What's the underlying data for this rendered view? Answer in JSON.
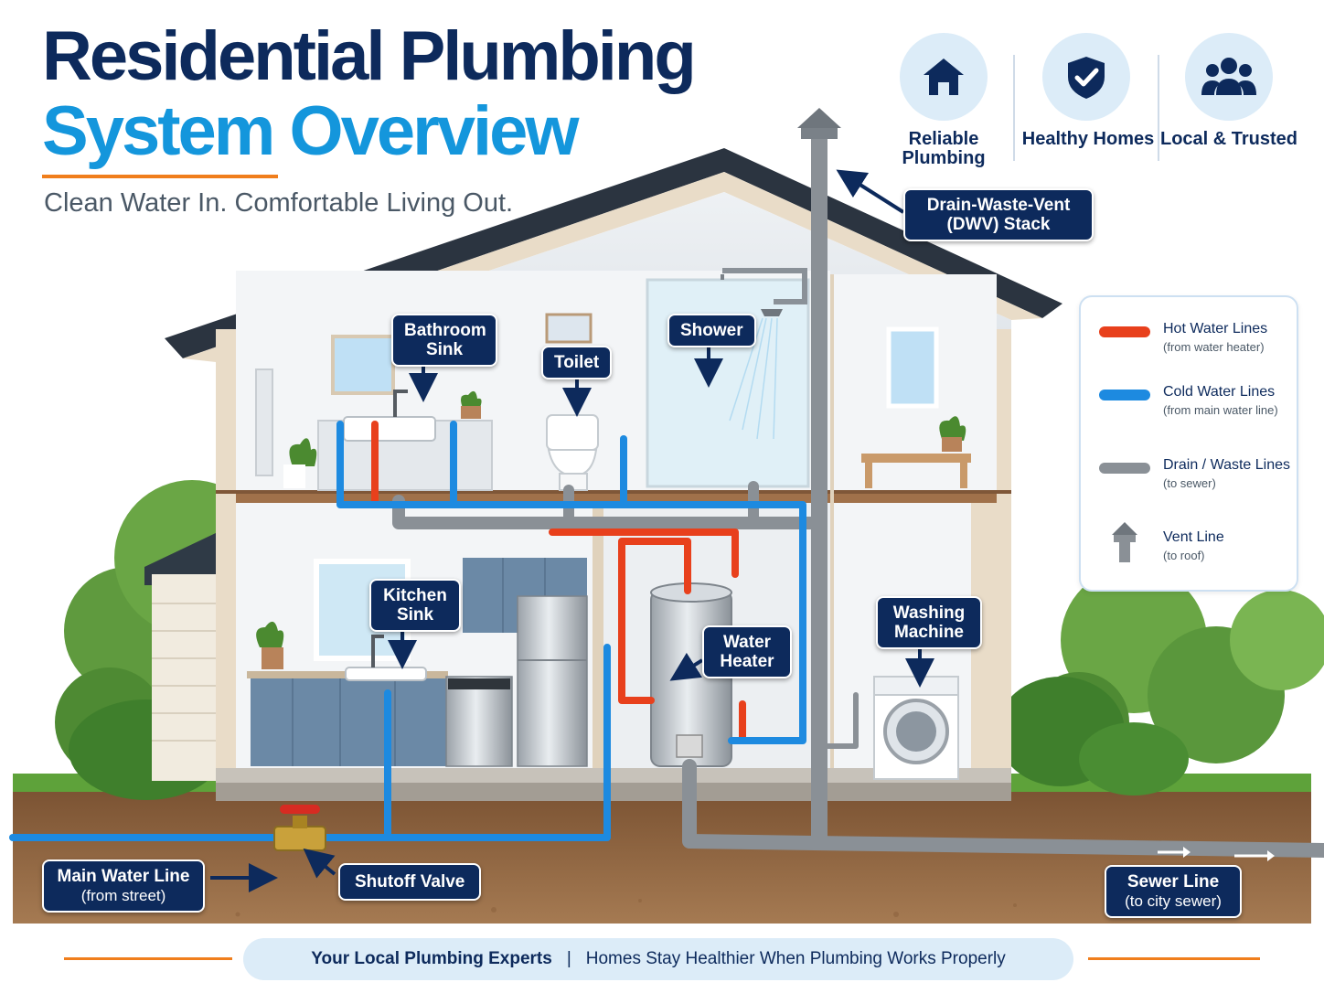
{
  "header": {
    "title_line1": "Residential Plumbing",
    "title_line2": "System Overview",
    "subtitle": "Clean Water In.  Comfortable Living Out."
  },
  "badges": [
    {
      "label": "Reliable Plumbing",
      "icon": "house-icon"
    },
    {
      "label": "Healthy Homes",
      "icon": "shield-check-icon"
    },
    {
      "label": "Local & Trusted",
      "icon": "people-icon"
    }
  ],
  "callouts": {
    "dwv_stack": "Drain-Waste-Vent (DWV) Stack",
    "bathroom_sink": "Bathroom Sink",
    "toilet": "Toilet",
    "shower": "Shower",
    "kitchen_sink": "Kitchen Sink",
    "water_heater": "Water Heater",
    "washing_machine": "Washing Machine",
    "main_water_line": "Main Water Line",
    "main_water_line_sub": "(from street)",
    "shutoff_valve": "Shutoff Valve",
    "sewer_line": "Sewer Line",
    "sewer_line_sub": "(to city sewer)"
  },
  "legend": [
    {
      "label": "Hot Water Lines",
      "sub": "(from water heater)",
      "color": "#e8401c",
      "kind": "line"
    },
    {
      "label": "Cold Water Lines",
      "sub": "(from main water line)",
      "color": "#1d8ae0",
      "kind": "line"
    },
    {
      "label": "Drain / Waste Lines",
      "sub": "(to sewer)",
      "color": "#8a9096",
      "kind": "line"
    },
    {
      "label": "Vent Line",
      "sub": "(to roof)",
      "color": "#6f767d",
      "kind": "vent-icon"
    }
  ],
  "footer": {
    "left": "Your Local Plumbing Experts",
    "separator": "|",
    "right": "Homes Stay Healthier When Plumbing Works Properly"
  },
  "colors": {
    "navy": "#0d2a5c",
    "brand_blue": "#1496dc",
    "accent_orange": "#f07e1c",
    "hot_water": "#e8401c",
    "cold_water": "#1d8ae0",
    "drain": "#8a9096"
  }
}
